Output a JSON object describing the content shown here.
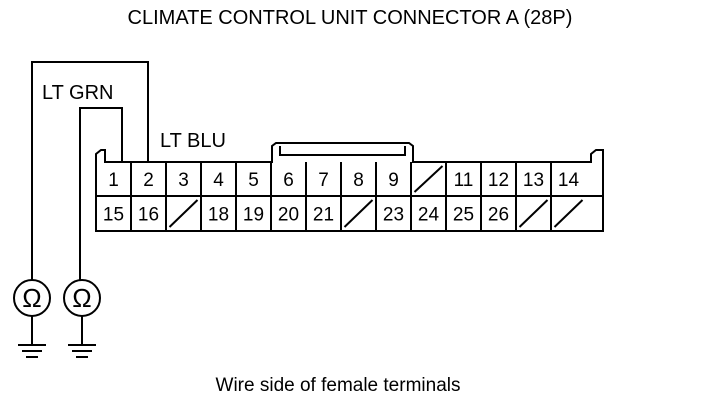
{
  "title": "CLIMATE CONTROL UNIT CONNECTOR A (28P)",
  "caption": "Wire side of female terminals",
  "wires": {
    "wire_1": "LT GRN",
    "wire_2": "LT BLU"
  },
  "meters": {
    "symbol": "Ω",
    "count": 2,
    "icon": "ohmmeter-icon",
    "ground_icon": "ground-icon"
  },
  "connector": {
    "top_row": [
      "1",
      "2",
      "3",
      "4",
      "5",
      "6",
      "7",
      "8",
      "9",
      "",
      "11",
      "12",
      "13",
      "14"
    ],
    "bottom_row": [
      "15",
      "16",
      "",
      "18",
      "19",
      "20",
      "21",
      "",
      "23",
      "24",
      "25",
      "26",
      "",
      ""
    ],
    "empty_marker": "slash"
  }
}
